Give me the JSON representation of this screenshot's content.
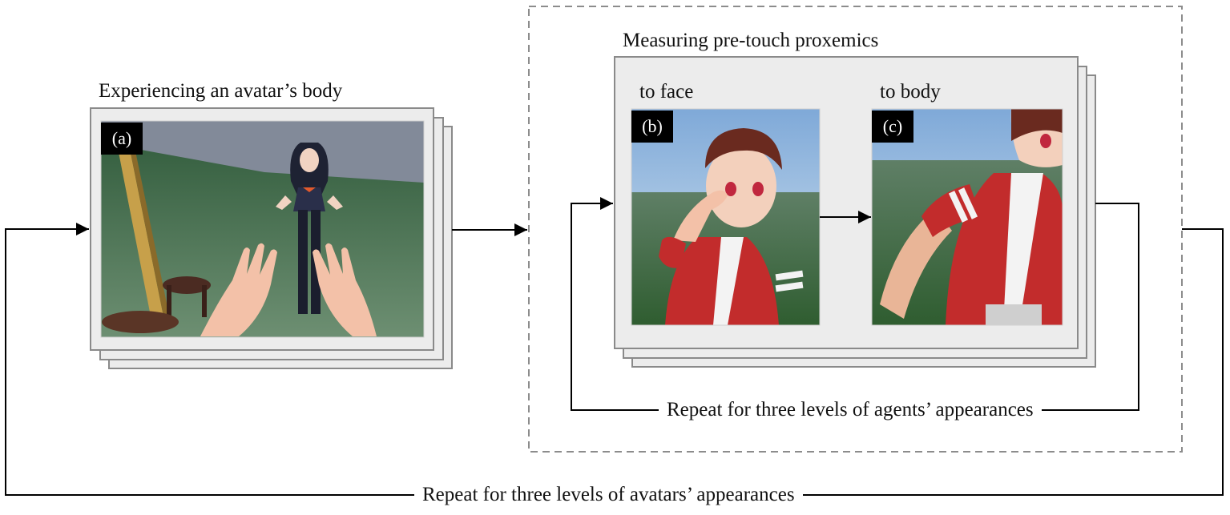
{
  "stage1": {
    "title": "Experiencing an avatar’s body",
    "tag": "(a)"
  },
  "stage2": {
    "title": "Measuring pre-touch proxemics",
    "sub1": {
      "label": "to face",
      "tag": "(b)"
    },
    "sub2": {
      "label": "to body",
      "tag": "(c)"
    }
  },
  "loops": {
    "inner": "Repeat for three levels of agents’ appearances",
    "outer": "Repeat for three levels of avatars’ appearances"
  },
  "colors": {
    "panel": "#ececec",
    "panel_border": "#8a8a8a",
    "line": "#000000",
    "dashed": "#8c8c8c",
    "floor_green": "#3f6b44",
    "sky_blue": "#9cc3e8",
    "jacket_red": "#c22c2c",
    "skin": "#f3c1a8"
  },
  "images": {
    "a": "first-person-avatar-view-icon",
    "b": "agent-face-approach-icon",
    "c": "agent-body-approach-icon"
  }
}
